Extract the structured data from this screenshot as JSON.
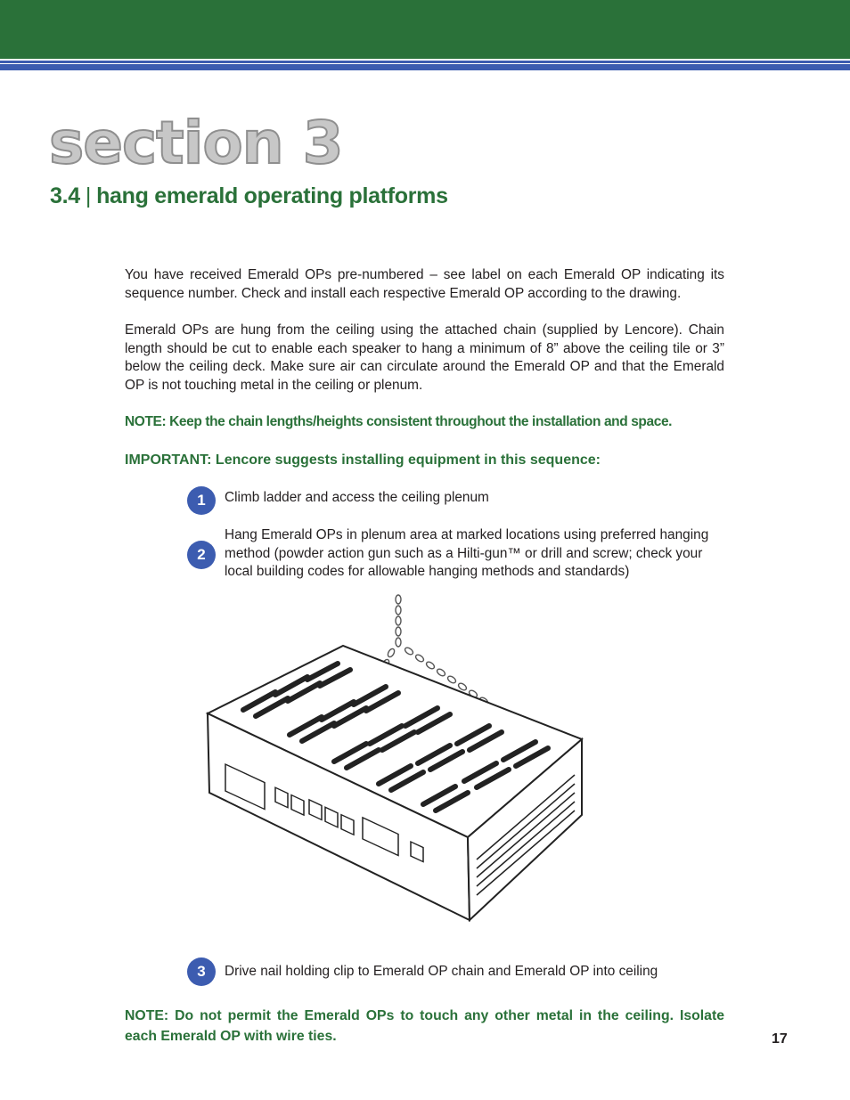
{
  "header": {
    "section_word": "section 3",
    "subsection_number": "3.4",
    "separator": "|",
    "subsection_title": "hang emerald operating platforms"
  },
  "body": {
    "para1": "You have received Emerald OPs pre-numbered – see label on each Emerald OP indicating its sequence number. Check and install each respective Emerald OP according to the drawing.",
    "para2": "Emerald OPs are hung from the ceiling using the attached chain (supplied by Lencore). Chain length should be cut to enable each speaker to hang a minimum of 8” above the ceiling tile or 3” below the ceiling deck. Make sure air can circulate around the Emerald OP and that the Emerald OP is not touching metal in the ceiling or plenum.",
    "note1": "NOTE: Keep the chain lengths/heights consistent throughout the installation and space.",
    "important": "IMPORTANT: Lencore suggests installing equipment in this sequence:"
  },
  "steps": [
    {
      "number": "1",
      "text": "Climb ladder and access the ceiling plenum"
    },
    {
      "number": "2",
      "text": "Hang Emerald OPs in plenum area at marked locations using preferred hanging method (powder action gun such as a Hilti-gun™ or drill and screw; check your local building codes for allowable hanging methods and standards)"
    },
    {
      "number": "3",
      "text": "Drive nail holding clip to Emerald OP chain and Emerald OP into ceiling"
    }
  ],
  "final_note": "NOTE: Do not permit the Emerald OPs to touch any other metal in the ceiling. Isolate each Emerald OP with wire ties.",
  "page_number": "17",
  "colors": {
    "green": "#2a7139",
    "blue": "#3c5cb0",
    "section_gray": "#c7c7c7"
  }
}
